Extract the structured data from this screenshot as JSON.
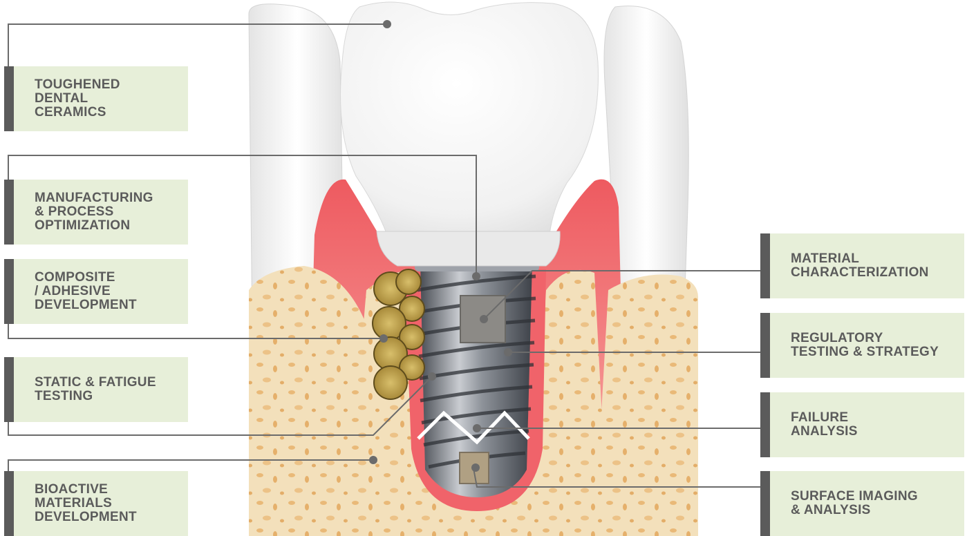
{
  "labels": {
    "toughened_dental_ceramics": "TOUGHENED\nDENTAL\nCERAMICS",
    "manufacturing_process_optimization": "MANUFACTURING\n& PROCESS\nOPTIMIZATION",
    "composite_adhesive_development": "COMPOSITE\n/ ADHESIVE\nDEVELOPMENT",
    "static_fatigue_testing": "STATIC & FATIGUE\nTESTING",
    "bioactive_materials_development": "BIOACTIVE\nMATERIALS\nDEVELOPMENT",
    "material_characterization": "MATERIAL\nCHARACTERIZATION",
    "regulatory_testing_strategy": "REGULATORY\nTESTING & STRATEGY",
    "failure_analysis": "FAILURE\nANALYSIS",
    "surface_imaging_analysis": "SURFACE IMAGING\n& ANALYSIS"
  },
  "colors": {
    "label_background": "#e7efd9",
    "label_bar": "#5b5b5b",
    "label_text": "#5b5b5b",
    "leader_line": "#6b6b6b",
    "gum": "#f26e72",
    "bone": "#f1dcb4",
    "tooth": "#f2f2f2"
  }
}
